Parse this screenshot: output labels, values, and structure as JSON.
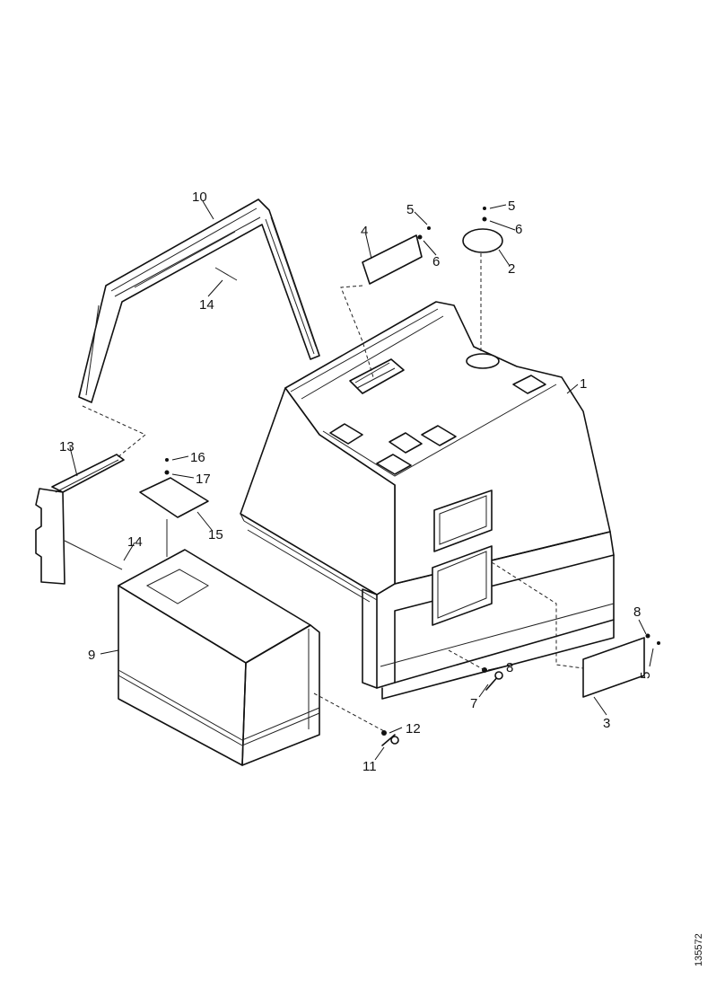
{
  "diagram": {
    "callouts": [
      {
        "id": "c1",
        "text": "1"
      },
      {
        "id": "c2",
        "text": "2"
      },
      {
        "id": "c3",
        "text": "3"
      },
      {
        "id": "c4",
        "text": "4"
      },
      {
        "id": "c5a",
        "text": "5"
      },
      {
        "id": "c5b",
        "text": "5"
      },
      {
        "id": "c5c",
        "text": "5"
      },
      {
        "id": "c6a",
        "text": "6"
      },
      {
        "id": "c6b",
        "text": "6"
      },
      {
        "id": "c7",
        "text": "7"
      },
      {
        "id": "c8a",
        "text": "8"
      },
      {
        "id": "c8b",
        "text": "8"
      },
      {
        "id": "c9",
        "text": "9"
      },
      {
        "id": "c10",
        "text": "10"
      },
      {
        "id": "c11",
        "text": "11"
      },
      {
        "id": "c12",
        "text": "12"
      },
      {
        "id": "c13",
        "text": "13"
      },
      {
        "id": "c14a",
        "text": "14"
      },
      {
        "id": "c14b",
        "text": "14"
      },
      {
        "id": "c15",
        "text": "15"
      },
      {
        "id": "c16",
        "text": "16"
      },
      {
        "id": "c17",
        "text": "17"
      }
    ],
    "reference_code": "135572"
  }
}
